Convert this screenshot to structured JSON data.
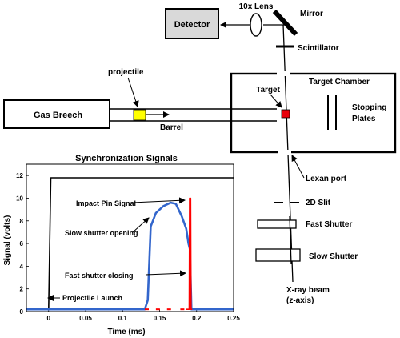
{
  "labels": {
    "lens": "10x Lens",
    "mirror": "Mirror",
    "detector": "Detector",
    "scintillator": "Scintillator",
    "projectile": "projectile",
    "target": "Target",
    "target_chamber": "Target Chamber",
    "stopping_plates_1": "Stopping",
    "stopping_plates_2": "Plates",
    "gas_breech": "Gas Breech",
    "barrel": "Barrel",
    "lexan_port": "Lexan port",
    "slit_2d": "2D Slit",
    "fast_shutter": "Fast Shutter",
    "slow_shutter": "Slow Shutter",
    "xray_beam_1": "X-ray beam",
    "xray_beam_2": "(z-axis)"
  },
  "colors": {
    "detector_fill": "#d9d9d9",
    "projectile_fill": "#ffff00",
    "target_fill": "#e8000b",
    "signal_black": "#000000",
    "signal_blue": "#3366cc",
    "signal_red": "#ff0000"
  },
  "chart_data": {
    "type": "line",
    "title": "Synchronization Signals",
    "xlabel": "Time (ms)",
    "ylabel": "Signal (volts)",
    "xlim": [
      -0.03,
      0.25
    ],
    "ylim": [
      0,
      13
    ],
    "xticks": [
      0,
      0.05,
      0.1,
      0.15,
      0.2,
      0.25
    ],
    "yticks": [
      0,
      2,
      4,
      6,
      8,
      10,
      12
    ],
    "xtick_labels": [
      "0",
      "0.05",
      "0.1",
      "0.15",
      "0.2",
      "0.25"
    ],
    "ytick_labels": [
      "0",
      "2",
      "4",
      "6",
      "8",
      "10",
      "12"
    ],
    "series": [
      {
        "color": "#000000",
        "x": [
          -0.03,
          -0.002,
          0.0,
          0.003,
          0.25
        ],
        "y": [
          0.2,
          0.2,
          0.2,
          11.8,
          11.8
        ]
      },
      {
        "color": "#3366cc",
        "x": [
          -0.03,
          0.13,
          0.134,
          0.138,
          0.145,
          0.155,
          0.165,
          0.172,
          0.18,
          0.186,
          0.189,
          0.191,
          0.193,
          0.25
        ],
        "y": [
          0.2,
          0.2,
          1.0,
          7.5,
          8.7,
          9.3,
          9.6,
          9.5,
          8.4,
          7.3,
          6.0,
          5.5,
          0.2,
          0.2
        ]
      },
      {
        "color": "#ff0000",
        "x": [
          0.186,
          0.19,
          0.1905,
          0.192,
          0.1925,
          0.194
        ],
        "y": [
          0.2,
          0.2,
          10.0,
          10.0,
          0.2,
          0.2
        ]
      }
    ],
    "annotations": [
      {
        "text": "Impact Pin Signal",
        "x": 0.188,
        "y": 10.0
      },
      {
        "text": "Slow shutter opening",
        "x": 0.133,
        "y": 7.5
      },
      {
        "text": "Fast shutter closing",
        "x": 0.186,
        "y": 1.5
      },
      {
        "text": "Projectile Launch",
        "x": 0.0,
        "y": 1.1
      }
    ]
  }
}
